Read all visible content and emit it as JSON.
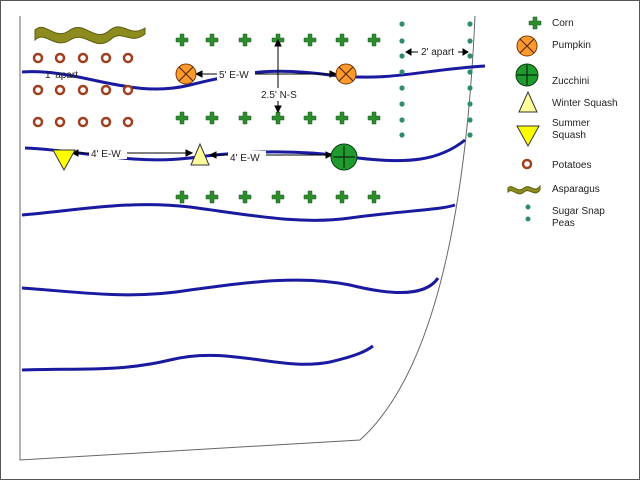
{
  "colors": {
    "border": "#555555",
    "row": "#1a1aa0",
    "corn": "#2e8b2e",
    "pumpkin": "#ff9a2e",
    "zucchini": "#1e9a2e",
    "winter_squash": "#ffff9e",
    "summer_squash": "#ffff00",
    "potato": "#a0401e",
    "asparagus": "#8c8c1e",
    "peas": "#2e8b6e"
  },
  "annotations": {
    "potato_spacing": "1' apart",
    "pumpkin_spacing": "5' E-W",
    "corn_spacing": "2.5' N-S",
    "peas_spacing": "2' apart",
    "summer_to_winter": "4' E-W",
    "winter_to_zucchini": "4' E-W"
  },
  "legend": [
    {
      "label": "Corn",
      "icon": "corn-icon"
    },
    {
      "label": "Pumpkin",
      "icon": "pumpkin-icon"
    },
    {
      "label": "Zucchini",
      "icon": "zucchini-icon"
    },
    {
      "label": "Winter Squash",
      "icon": "winter-squash-icon"
    },
    {
      "label": "Summer Squash",
      "icon": "summer-squash-icon"
    },
    {
      "label": "Potatoes",
      "icon": "potato-icon"
    },
    {
      "label": "Asparagus",
      "icon": "asparagus-icon"
    },
    {
      "label": "Sugar Snap Peas",
      "icon": "pea-icon"
    }
  ]
}
